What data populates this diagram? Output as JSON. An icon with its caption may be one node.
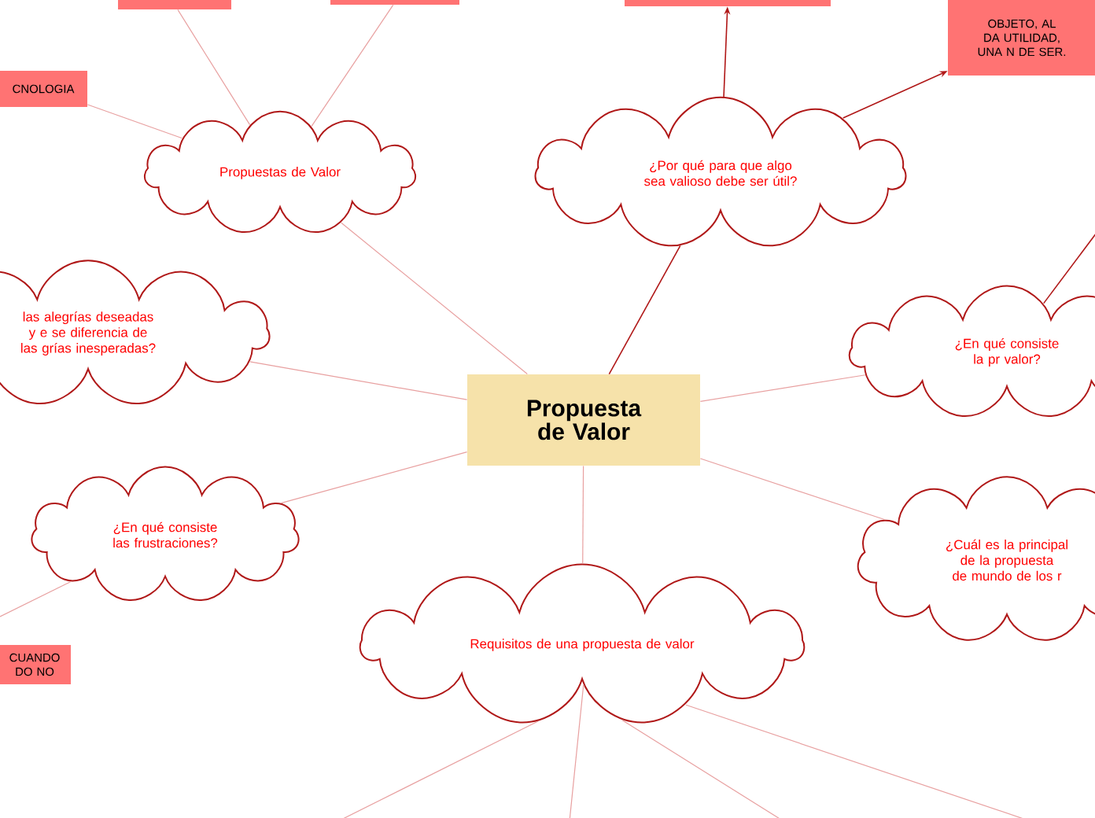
{
  "diagram": {
    "nodes": [
      {
        "text": [
          "Propuesta de Valor"
        ]
      },
      {
        "text": [
          "Propuestas de Valor"
        ]
      },
      {
        "text": [],
        "shape": "box"
      },
      {
        "text": [],
        "shape": "box"
      },
      {
        "text": [
          "CNOLOGIA"
        ]
      },
      {
        "text": [
          "¿Por qué para que algo sea valioso debe ser útil?"
        ]
      },
      {
        "text": [],
        "shape": "box"
      },
      {
        "text": [
          "OBJETO, AL DA UTILIDAD, UNA N DE SER."
        ]
      },
      {
        "text": [
          "las alegrías deseadas y e se diferencia de las grías inesperadas?"
        ]
      },
      {
        "text": [
          "¿En qué consiste la pr valor?"
        ]
      },
      {
        "text": [
          "¿En qué consiste las frustraciones?"
        ]
      },
      {
        "text": [
          "CUANDO DO NO"
        ]
      },
      {
        "text": [
          "¿Cuál es la principal de la propuesta de mundo de los r"
        ]
      },
      {
        "text": [
          "Requisitos de una propuesta de valor"
        ]
      }
    ],
    "edges": [
      {
        "from": 0,
        "to": 1,
        "arrow": "none"
      },
      {
        "from": 1,
        "to": 2,
        "arrow": "none"
      },
      {
        "from": 1,
        "to": 3,
        "arrow": "none"
      },
      {
        "from": 1,
        "to": 4,
        "arrow": "none"
      },
      {
        "from": 0,
        "to": 5,
        "arrow": "none",
        "color": "#b01818"
      },
      {
        "from": 5,
        "to": 6,
        "arrow": "to",
        "color": "#b01818"
      },
      {
        "from": 5,
        "to": 7,
        "arrow": "to",
        "color": "#b01818"
      },
      {
        "from": 0,
        "to": 8,
        "arrow": "none"
      },
      {
        "from": 0,
        "to": 9,
        "arrow": "none"
      },
      {
        "from": 9,
        "to": null,
        "arrow": "none",
        "color": "#b01818"
      },
      {
        "from": 0,
        "to": 10,
        "arrow": "none"
      },
      {
        "from": 10,
        "to": null,
        "arrow": "none"
      },
      {
        "from": 0,
        "to": 12,
        "arrow": "none"
      },
      {
        "from": 0,
        "to": 13,
        "arrow": "none"
      },
      {
        "from": 13,
        "to": null,
        "arrow": "none"
      },
      {
        "from": 13,
        "to": null,
        "arrow": "none"
      },
      {
        "from": 13,
        "to": null,
        "arrow": "none"
      },
      {
        "from": 13,
        "to": null,
        "arrow": "none"
      }
    ]
  }
}
